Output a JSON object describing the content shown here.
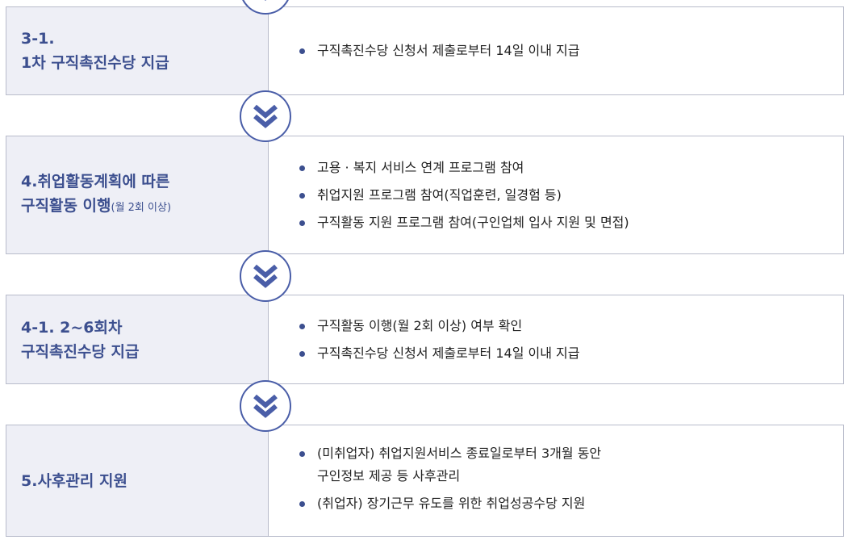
{
  "steps": [
    {
      "title_lines": [
        "3-1.",
        "1차 구직촉진수당 지급"
      ],
      "note": "",
      "bullets": [
        [
          "구직촉진수당 신청서 제출로부터 14일 이내 지급"
        ]
      ]
    },
    {
      "title_lines": [
        "4.취업활동계획에 따른",
        "구직활동 이행"
      ],
      "note": "(월 2회 이상)",
      "bullets": [
        [
          "고용 · 복지 서비스 연계 프로그램 참여"
        ],
        [
          "취업지원 프로그램 참여(직업훈련, 일경험 등)"
        ],
        [
          "구직활동 지원 프로그램 참여(구인업체 입사 지원 및 면접)"
        ]
      ]
    },
    {
      "title_lines": [
        "4-1. 2~6회차",
        "구직촉진수당 지급"
      ],
      "note": "",
      "bullets": [
        [
          "구직활동 이행(월 2회 이상) 여부 확인"
        ],
        [
          "구직촉진수당 신청서 제출로부터 14일 이내 지급"
        ]
      ]
    },
    {
      "title_lines": [
        "5.사후관리 지원"
      ],
      "note": "",
      "bullets": [
        [
          "(미취업자) 취업지원서비스 종료일로부터 3개월 동안",
          "구인정보 제공 등 사후관리"
        ],
        [
          "(취업자) 장기근무 유도를 위한 취업성공수당 지원"
        ]
      ]
    }
  ],
  "arrow_icon": "double-chevron-down-icon",
  "colors": {
    "accent": "#3c4f8f",
    "arrow": "#4a5ea8",
    "title_bg": "#eeeff6",
    "border": "#b9bccb"
  }
}
